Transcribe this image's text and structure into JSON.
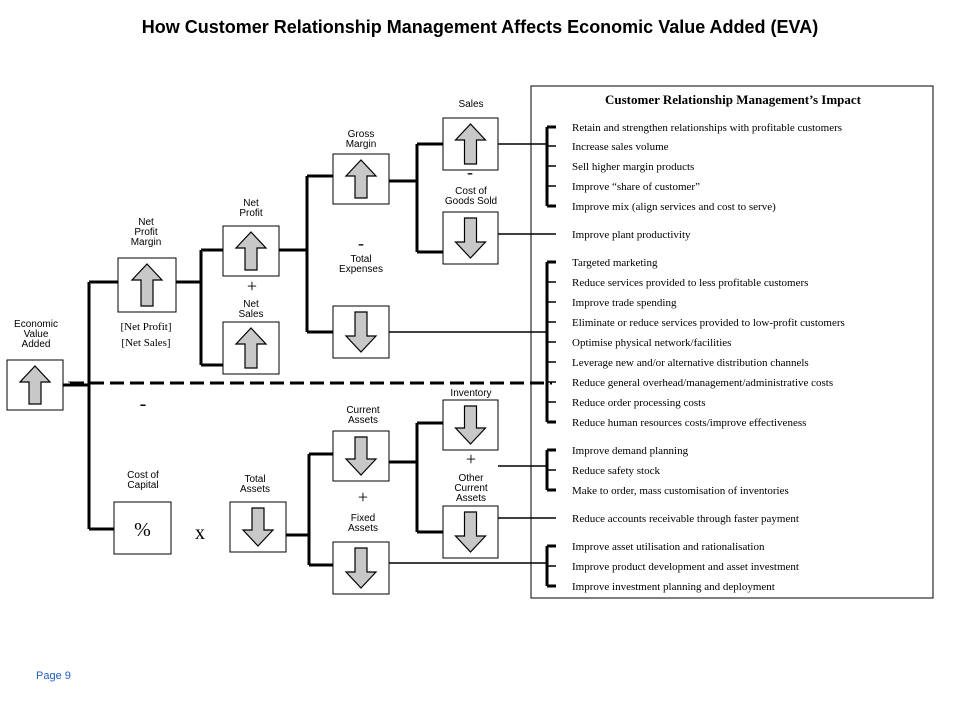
{
  "title": "How Customer Relationship Management Affects Economic Value Added (EVA)",
  "page_label": "Page 9",
  "nodes": {
    "eva": [
      "Economic",
      "Value",
      "Added"
    ],
    "net_profit_margin": [
      "Net",
      "Profit",
      "Margin"
    ],
    "net_profit": [
      "Net",
      "Profit"
    ],
    "net_sales": [
      "Net",
      "Sales"
    ],
    "gross_margin": [
      "Gross",
      "Margin"
    ],
    "sales": [
      "Sales"
    ],
    "cogs": [
      "Cost of",
      "Goods Sold"
    ],
    "total_expenses": [
      "Total",
      "Expenses"
    ],
    "cost_of_capital": [
      "Cost of",
      "Capital"
    ],
    "total_assets": [
      "Total",
      "Assets"
    ],
    "current_assets": [
      "Current",
      "Assets"
    ],
    "fixed_assets": [
      "Fixed",
      "Assets"
    ],
    "inventory": [
      "Inventory"
    ],
    "other_current_assets": [
      "Other",
      "Current",
      "Assets"
    ]
  },
  "formula": {
    "numerator": "[Net Profit]",
    "denominator": "[Net Sales]"
  },
  "operators": {
    "equals": "=",
    "minus": "-",
    "plus": "+",
    "times": "x",
    "percent": "%"
  },
  "panel": {
    "title": "Customer Relationship Management’s Impact",
    "groups": {
      "sales": [
        "Retain and strengthen relationships with profitable customers",
        "Increase sales volume",
        "Sell higher margin products",
        "Improve “share of customer”",
        "Improve mix (align services and cost to serve)"
      ],
      "cogs": [
        "Improve plant productivity"
      ],
      "expenses": [
        "Targeted marketing",
        "Reduce services provided to less profitable customers",
        "Improve trade spending",
        "Eliminate or reduce services provided to low-profit customers",
        "Optimise physical network/facilities",
        "Leverage new and/or alternative distribution channels",
        "Reduce general overhead/management/administrative costs",
        "Reduce order processing costs",
        "Reduce human resources costs/improve effectiveness"
      ],
      "inventory": [
        "Improve demand planning",
        "Reduce safety stock",
        "Make to order, mass customisation of inventories"
      ],
      "other_current": [
        "Reduce accounts receivable through faster payment"
      ],
      "fixed": [
        "Improve asset utilisation and rationalisation",
        "Improve product development and asset investment",
        "Improve investment planning and deployment"
      ]
    }
  },
  "arrow_directions": {
    "eva": "up",
    "net_profit_margin": "up",
    "net_profit": "up",
    "net_sales": "up",
    "gross_margin": "up",
    "sales": "up",
    "cogs": "down",
    "total_expenses": "down",
    "total_assets": "down",
    "current_assets": "down",
    "fixed_assets": "down",
    "inventory": "down",
    "other_current_assets": "down"
  }
}
